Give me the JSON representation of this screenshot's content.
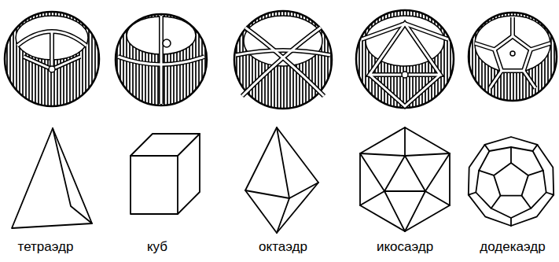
{
  "diagram": {
    "labels": [
      "тетраэдр",
      "куб",
      "октаэдр",
      "икосаэдр",
      "додекаэдр"
    ]
  }
}
